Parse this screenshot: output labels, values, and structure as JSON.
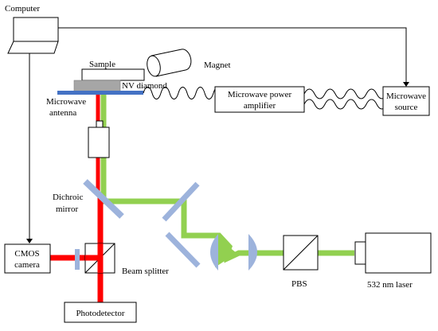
{
  "labels": {
    "computer": "Computer",
    "sample": "Sample",
    "magnet": "Magnet",
    "nv_diamond": "NV diamond",
    "microwave_antenna_line1": "Microwave",
    "microwave_antenna_line2": "antenna",
    "mw_amp_line1": "Microwave power",
    "mw_amp_line2": "amplifier",
    "mw_source_line1": "Microwave",
    "mw_source_line2": "source",
    "dichroic_line1": "Dichroic",
    "dichroic_line2": "mirror",
    "cmos_line1": "CMOS",
    "cmos_line2": "camera",
    "beam_splitter": "Beam splitter",
    "photodetector": "Photodetector",
    "pbs": "PBS",
    "laser": "532 nm laser"
  },
  "colors": {
    "green_beam": "#92d050",
    "red_beam": "#ff0000",
    "optic_blue": "#9db3dc",
    "antenna_blue": "#4472c4",
    "diamond_gray": "#a6a6a6"
  }
}
